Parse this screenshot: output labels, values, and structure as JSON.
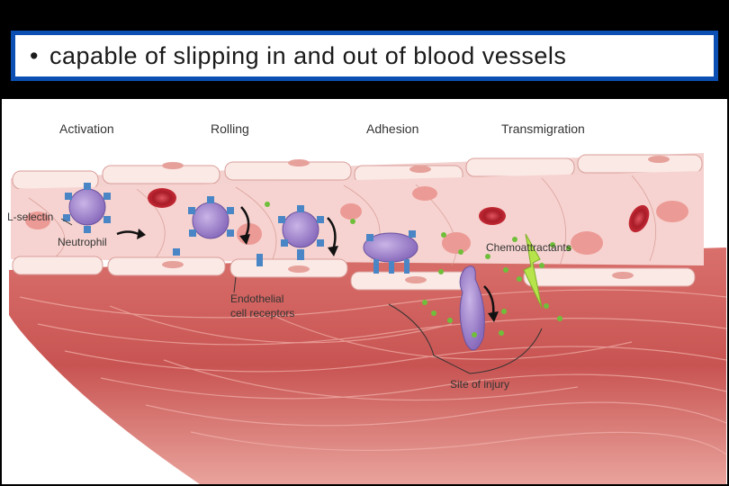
{
  "slide": {
    "bullet": "•",
    "title": "capable of slipping in and out of blood vessels"
  },
  "diagram": {
    "stages": [
      "Activation",
      "Rolling",
      "Adhesion",
      "Transmigration"
    ],
    "labels": {
      "l_selectin": "L-selectin",
      "neutrophil": "Neutrophil",
      "endothelial_line1": "Endothelial",
      "endothelial_line2": "cell receptors",
      "chemoattractants": "Chemoattractants",
      "site_of_injury": "Site of injury"
    }
  },
  "colors": {
    "title_border": "#0b4fb3",
    "tissue": "#c95b5b",
    "vessel_lumen": "#f6d3d0",
    "neutrophil": "#9a7fc7",
    "receptor": "#4a86c5",
    "rbc": "#b8232e",
    "chemoattractant": "#6fbf3a"
  }
}
